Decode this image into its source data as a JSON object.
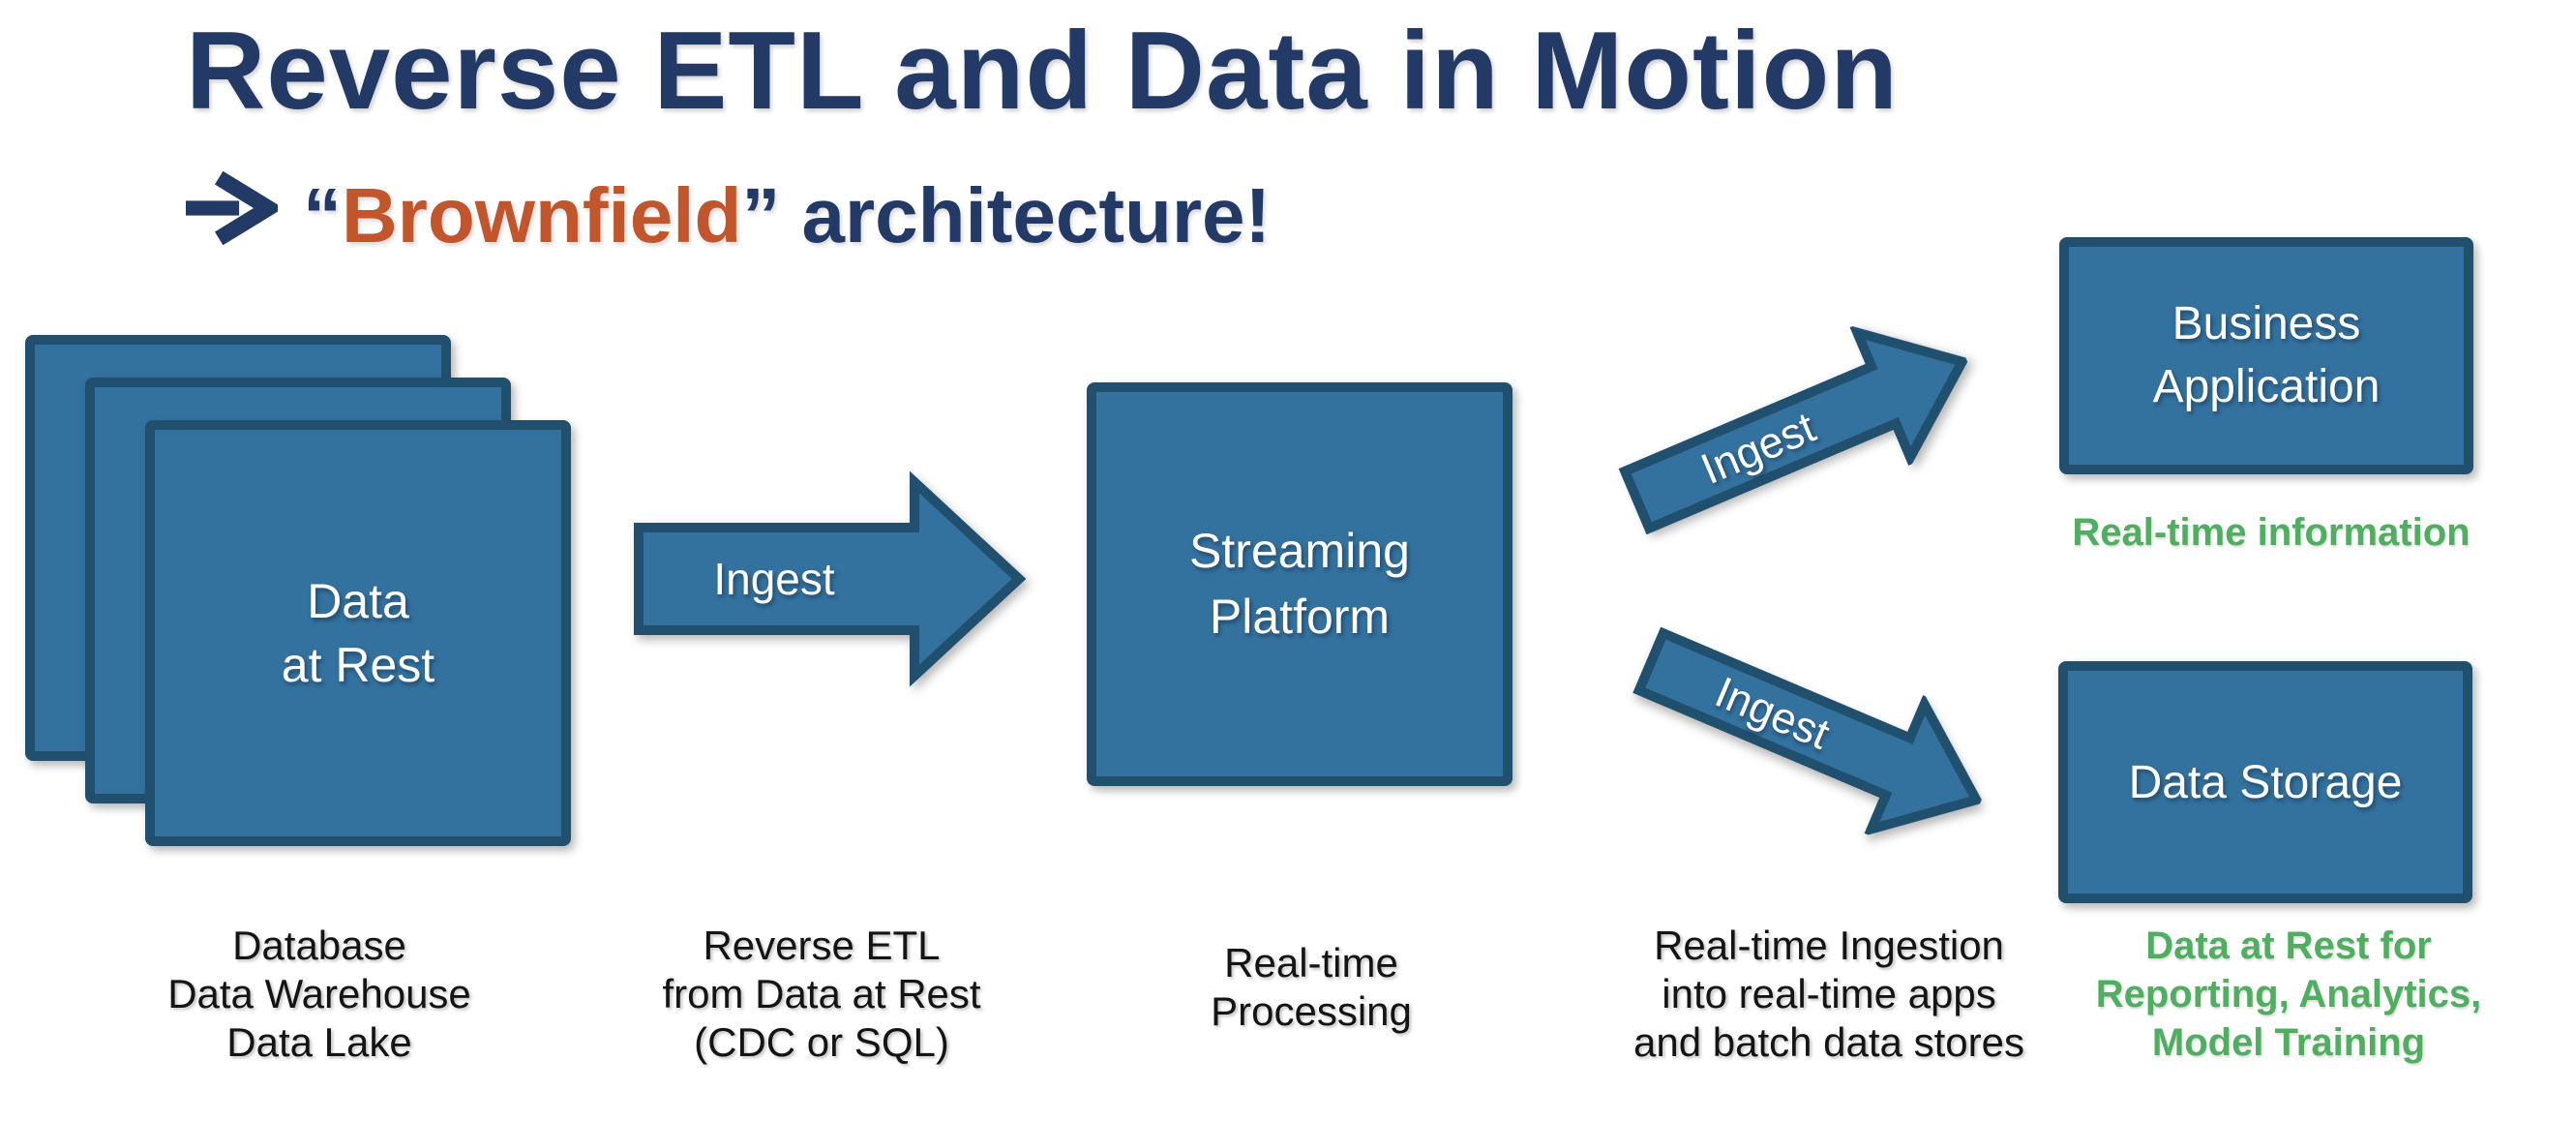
{
  "title": "Reverse ETL and Data in Motion",
  "subtitle": {
    "lead_quote": "“",
    "highlight": "Brownfield",
    "trail_quote": "”",
    "rest": " architecture!"
  },
  "colors": {
    "navy": "#243a66",
    "orange": "#c1552b",
    "green": "#4fae5f",
    "fill": "#33719f",
    "border": "#21506f",
    "caption": "#141414"
  },
  "nodes": {
    "data_at_rest": {
      "line1": "Data",
      "line2": "at Rest"
    },
    "streaming_platform": {
      "line1": "Streaming",
      "line2": "Platform"
    },
    "business_application": {
      "line1": "Business",
      "line2": "Application"
    },
    "data_storage": {
      "label": "Data Storage"
    }
  },
  "arrows": {
    "ingest_main": "Ingest",
    "ingest_top": "Ingest",
    "ingest_bottom": "Ingest"
  },
  "annotations": {
    "realtime_info": "Real-time information",
    "storage_note": [
      "Data at Rest for",
      "Reporting, Analytics,",
      "Model Training"
    ]
  },
  "captions": [
    {
      "lines": [
        "Database",
        "Data Warehouse",
        "Data Lake"
      ]
    },
    {
      "lines": [
        "Reverse ETL",
        "from Data at Rest",
        "(CDC or SQL)"
      ]
    },
    {
      "lines": [
        "Real-time",
        "Processing"
      ]
    },
    {
      "lines": [
        "Real-time Ingestion",
        "into real-time apps",
        "and batch data stores"
      ]
    }
  ]
}
